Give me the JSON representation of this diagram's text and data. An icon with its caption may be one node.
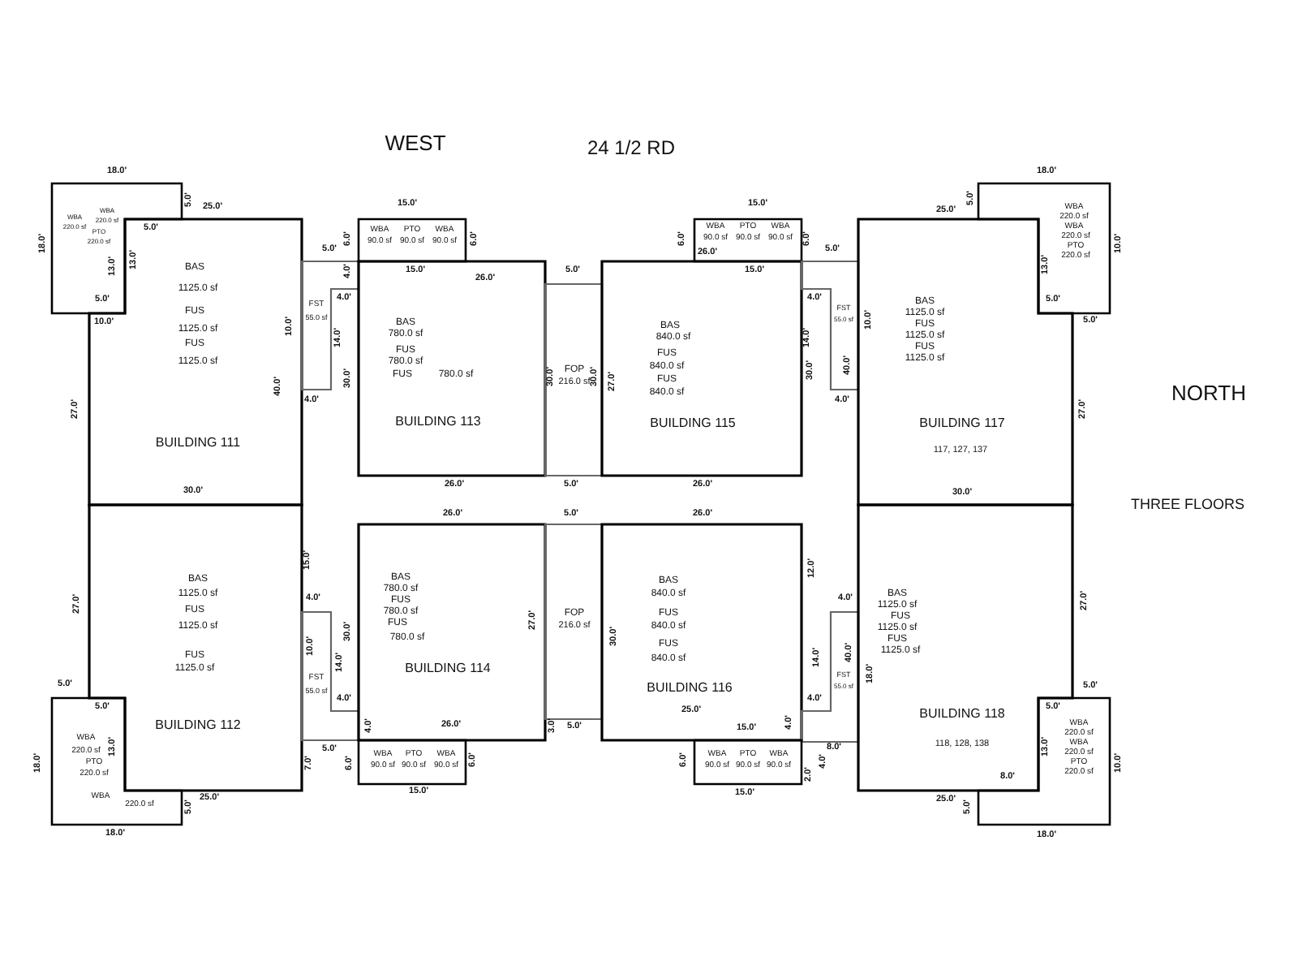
{
  "diagram": {
    "nodes": [
      {
        "text": [
          "WBA",
          "220.0 sf",
          "WBA",
          "220.0 sf",
          "PTO",
          "220.0 sf"
        ]
      },
      {
        "text": [
          "BAS",
          "1125.0 sf",
          "FUS",
          "1125.0 sf",
          "FUS",
          "1125.0 sf",
          "BUILDING 111"
        ]
      },
      {
        "text": [
          "FST",
          "55.0 sf"
        ]
      },
      {
        "text": [
          "WBA",
          "90.0 sf",
          "PTO",
          "90.0 sf",
          "WBA",
          "90.0 sf"
        ]
      },
      {
        "text": [
          "BAS",
          "780.0 sf",
          "FUS",
          "780.0 sf",
          "FUS",
          "780.0 sf",
          "BUILDING 113"
        ]
      },
      {
        "text": [
          "FOP",
          "216.0 sf"
        ]
      },
      {
        "text": [
          "WBA",
          "90.0 sf",
          "PTO",
          "90.0 sf",
          "WBA",
          "90.0 sf"
        ]
      },
      {
        "text": [
          "BAS",
          "840.0 sf",
          "FUS",
          "840.0 sf",
          "FUS",
          "840.0 sf",
          "BUILDING 115"
        ]
      },
      {
        "text": [
          "FST",
          "55.0 sf"
        ]
      },
      {
        "text": [
          "WBA",
          "220.0 sf",
          "WBA",
          "220.0 sf",
          "PTO",
          "220.0 sf"
        ]
      },
      {
        "text": [
          "BAS",
          "1125.0 sf",
          "FUS",
          "1125.0 sf",
          "FUS",
          "1125.0 sf",
          "BUILDING 117",
          "117, 127, 137"
        ]
      },
      {
        "text": [
          "BAS",
          "1125.0 sf",
          "FUS",
          "1125.0 sf",
          "FUS",
          "1125.0 sf",
          "BUILDING 112"
        ]
      },
      {
        "text": [
          "FST",
          "55.0 sf"
        ]
      },
      {
        "text": [
          "BAS",
          "780.0 sf",
          "FUS",
          "780.0 sf",
          "FUS",
          "780.0 sf",
          "BUILDING 114"
        ]
      },
      {
        "text": [
          "FOP",
          "216.0 sf"
        ]
      },
      {
        "text": [
          "BAS",
          "840.0 sf",
          "FUS",
          "840.0 sf",
          "FUS",
          "840.0 sf",
          "BUILDING 116"
        ]
      },
      {
        "text": [
          "FST",
          "55.0 sf"
        ]
      },
      {
        "text": [
          "BAS",
          "1125.0 sf",
          "FUS",
          "1125.0 sf",
          "FUS",
          "1125.0 sf",
          "BUILDING 118",
          "118, 128, 138"
        ]
      },
      {
        "text": [
          "WBA",
          "220.0 sf",
          "PTO",
          "220.0 sf",
          "WBA",
          "220.0 sf"
        ]
      },
      {
        "text": [
          "WBA",
          "90.0 sf",
          "PTO",
          "90.0 sf",
          "WBA",
          "90.0 sf"
        ]
      },
      {
        "text": [
          "WBA",
          "90.0 sf",
          "PTO",
          "90.0 sf",
          "WBA",
          "90.0 sf"
        ]
      },
      {
        "text": [
          "WBA",
          "220.0 sf",
          "WBA",
          "220.0 sf",
          "PTO",
          "220.0 sf"
        ]
      }
    ],
    "labels": [
      "WEST",
      "24 1/2 RD",
      "NORTH",
      "THREE FLOORS",
      "18.0'",
      "18.0'",
      "5.0'",
      "25.0'",
      "15.0'",
      "15.0'",
      "25.0'",
      "5.0'",
      "5.0'",
      "18.0'",
      "6.0'",
      "6.0'",
      "6.0'",
      "26.0'",
      "6.0'",
      "10.0'",
      "5.0'",
      "5.0'",
      "13.0'",
      "13.0'",
      "13.0'",
      "15.0'",
      "26.0'",
      "5.0'",
      "15.0'",
      "4.0'",
      "5.0'",
      "4.0'",
      "4.0'",
      "5.0'",
      "10.0'",
      "5.0'",
      "10.0'",
      "10.0'",
      "14.0'",
      "14.0'",
      "30.0'",
      "30.0'",
      "30.0'",
      "27.0'",
      "30.0'",
      "40.0'",
      "40.0'",
      "4.0'",
      "4.0'",
      "27.0'",
      "27.0'",
      "26.0'",
      "5.0'",
      "26.0'",
      "30.0'",
      "30.0'",
      "26.0'",
      "5.0'",
      "26.0'",
      "15.0'",
      "12.0'",
      "4.0'",
      "4.0'",
      "27.0'",
      "27.0'",
      "27.0'",
      "30.0'",
      "30.0'",
      "10.0'",
      "14.0'",
      "14.0'",
      "40.0'",
      "18.0'",
      "5.0'",
      "5.0'",
      "4.0'",
      "4.0'",
      "5.0'",
      "5.0'",
      "25.0'",
      "4.0'",
      "26.0'",
      "3.0'",
      "5.0'",
      "15.0'",
      "4.0'",
      "13.0'",
      "13.0'",
      "5.0'",
      "8.0'",
      "18.0'",
      "7.0'",
      "6.0'",
      "6.0'",
      "6.0'",
      "4.0'",
      "10.0'",
      "2.0'",
      "8.0'",
      "15.0'",
      "15.0'",
      "25.0'",
      "25.0'",
      "5.0'",
      "5.0'",
      "18.0'",
      "18.0'"
    ]
  }
}
